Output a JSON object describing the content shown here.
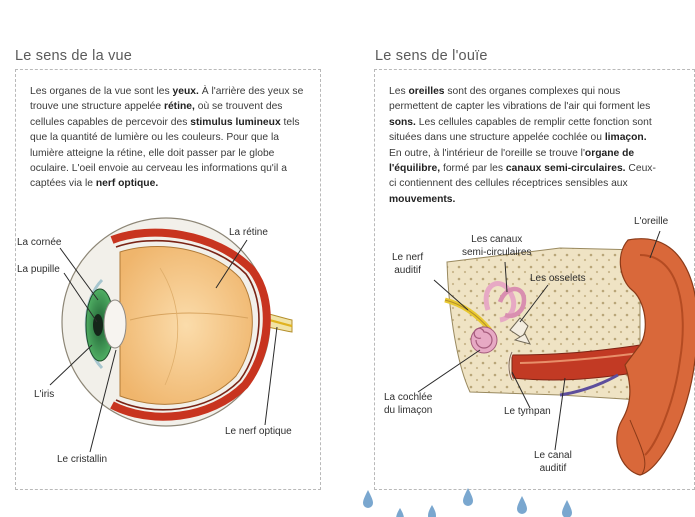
{
  "vision": {
    "title": "Le sens de la vue",
    "text": [
      {
        "t": "Les organes de la vue sont les "
      },
      {
        "t": "yeux.",
        "b": true
      },
      {
        "t": " À l'arrière des yeux se trouve une structure appelée "
      },
      {
        "t": "rétine,",
        "b": true
      },
      {
        "t": " où se trouvent des cellules capables de percevoir des "
      },
      {
        "t": "stimulus lumineux",
        "b": true
      },
      {
        "t": " tels que la quantité de lumière ou les couleurs. Pour que la lumière atteigne la rétine, elle doit passer par le globe oculaire. L'oeil envoie au cerveau les informations qu'il a captées via le "
      },
      {
        "t": "nerf optique.",
        "b": true
      }
    ],
    "labels": {
      "cornea": "La cornée",
      "pupil": "La pupille",
      "retina": "La rétine",
      "iris": "L'iris",
      "optic_nerve": "Le nerf optique",
      "lens": "Le cristallin"
    }
  },
  "hearing": {
    "title": "Le sens de l'ouïe",
    "text": [
      {
        "t": "Les "
      },
      {
        "t": "oreilles",
        "b": true
      },
      {
        "t": " sont des organes complexes qui nous permettent de capter les vibrations de l'air qui forment les "
      },
      {
        "t": "sons.",
        "b": true
      },
      {
        "t": " Les cellules capables de remplir cette fonction sont situées dans une structure appelée cochlée ou "
      },
      {
        "t": "limaçon.",
        "b": true
      },
      {
        "t": " En outre, à l'intérieur de l'oreille se trouve l'"
      },
      {
        "t": "organe de l'équilibre,",
        "b": true
      },
      {
        "t": " formé par les "
      },
      {
        "t": "canaux semi-circulaires.",
        "b": true
      },
      {
        "t": " Ceux-ci contiennent des cellules réceptrices sensibles aux "
      },
      {
        "t": "mouvements.",
        "b": true
      }
    ],
    "labels": {
      "ear": "L'oreille",
      "canals_1": "Les canaux",
      "canals_2": "semi-circulaires",
      "nerve_1": "Le nerf",
      "nerve_2": "auditif",
      "ossicles": "Les osselets",
      "cochlea_1": "La cochlée",
      "cochlea_2": "du limaçon",
      "eardrum": "Le tympan",
      "canal_1": "Le canal",
      "canal_2": "auditif"
    }
  },
  "colors": {
    "sclera": "#f2f0ea",
    "vitreous": "#f6c98e",
    "retina": "#c8341f",
    "iris": "#2e8a4a",
    "nerve": "#e8c830",
    "ear_skin": "#d9683a",
    "bone": "#efe3c4",
    "cochlea": "#e7a9c4",
    "drop": "#7aa7cf"
  }
}
